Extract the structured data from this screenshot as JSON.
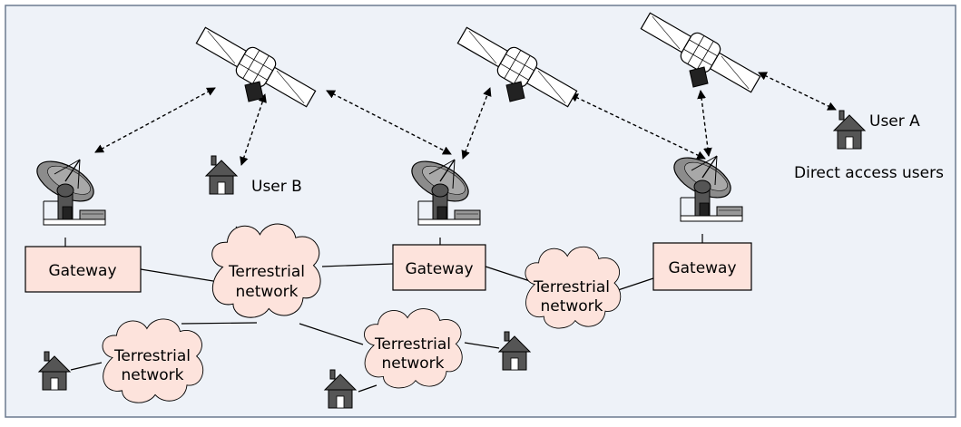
{
  "colors": {
    "panel_bg": "#eef2f8",
    "panel_border": "#6b7a8f",
    "gateway_fill": "#fde3dc",
    "cloud_fill": "#fde3dc",
    "house_fill": "#555555",
    "dish_fill": "#8c8c8c",
    "arrow_color": "#000000"
  },
  "gateways": [
    {
      "label": "Gateway"
    },
    {
      "label": "Gateway"
    },
    {
      "label": "Gateway"
    }
  ],
  "clouds": [
    {
      "line1": "Terrestrial",
      "line2": "network"
    },
    {
      "line1": "Terrestrial",
      "line2": "network"
    },
    {
      "line1": "Terrestrial",
      "line2": "network"
    },
    {
      "line1": "Terrestrial",
      "line2": "network"
    }
  ],
  "users": {
    "user_a": "User A",
    "user_b": "User B",
    "direct_access": "Direct access users"
  },
  "icons": {
    "satellite": "satellite-icon",
    "dish": "satellite-dish-icon",
    "house": "house-icon"
  }
}
